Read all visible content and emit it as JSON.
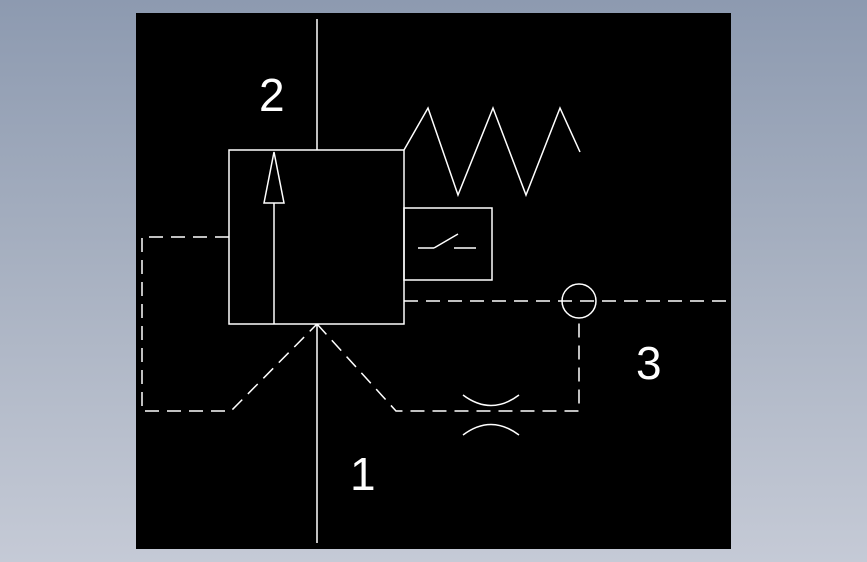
{
  "ports": {
    "pressure": "2",
    "supply": "1",
    "exhaust": "3"
  },
  "colors": {
    "background": "#000000",
    "stroke": "#ffffff",
    "window_gradient_top": "#8d9ab0",
    "window_gradient_bottom": "#c5cad6"
  }
}
